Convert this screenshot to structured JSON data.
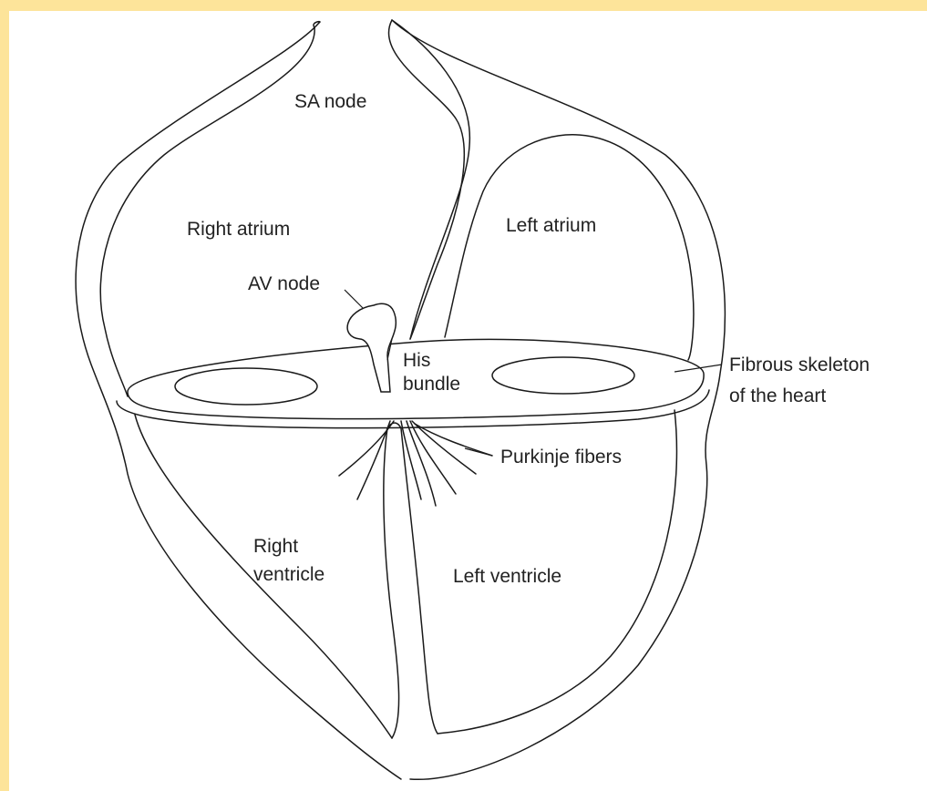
{
  "diagram": {
    "colors": {
      "frame": "#fde49a",
      "stroke": "#1a1a1a",
      "text": "#222222"
    },
    "labels": {
      "sa_node": "SA node",
      "right_atrium": "Right atrium",
      "left_atrium": "Left atrium",
      "av_node": "AV node",
      "his_bundle_line1": "His",
      "his_bundle_line2": "bundle",
      "fibrous_skeleton_line1": "Fibrous skeleton",
      "fibrous_skeleton_line2": "of the heart",
      "purkinje_fibers": "Purkinje fibers",
      "right_ventricle_line1": "Right",
      "right_ventricle_line2": "ventricle",
      "left_ventricle": "Left ventricle"
    }
  }
}
